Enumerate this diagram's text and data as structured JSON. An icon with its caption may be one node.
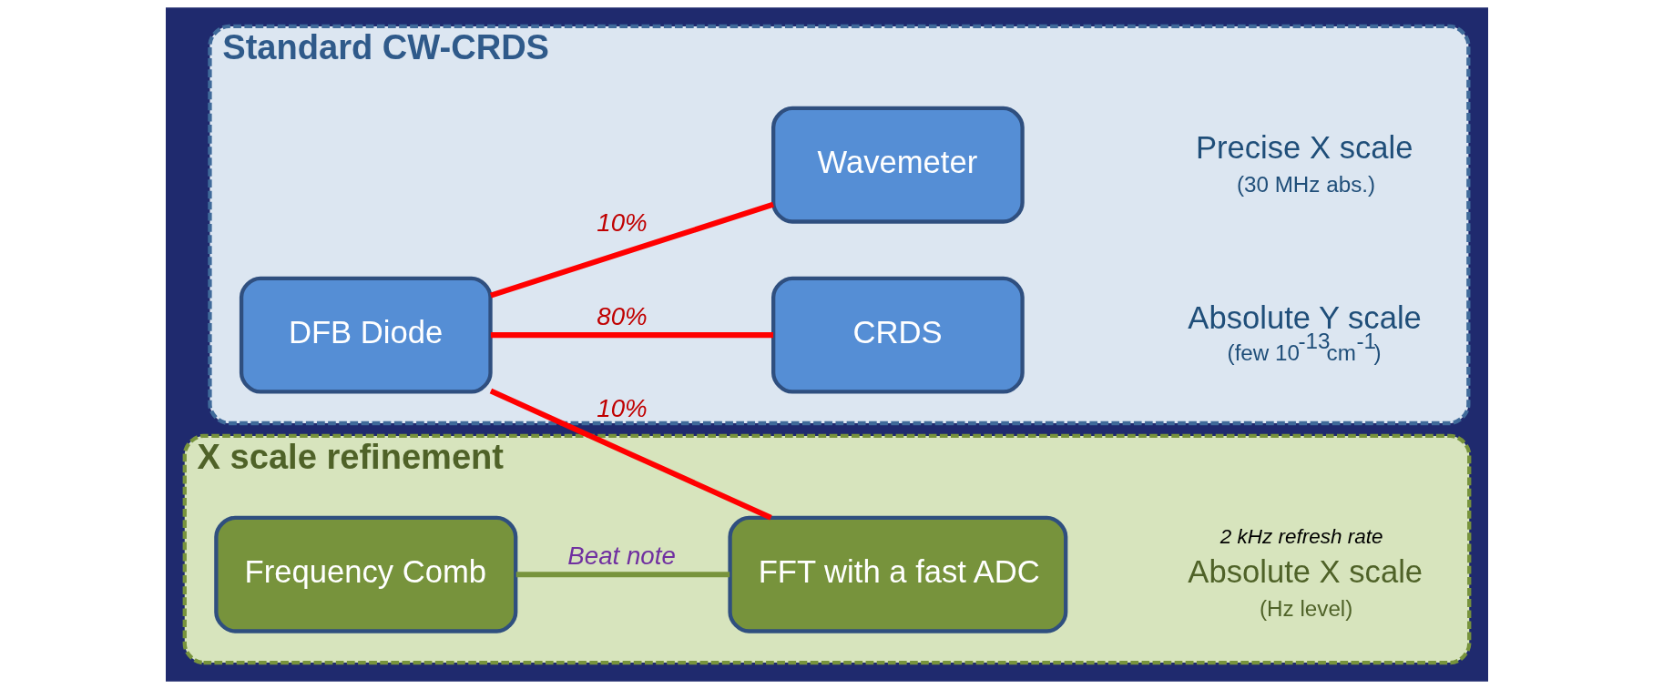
{
  "diagram": {
    "nodes": [
      {
        "text": [
          "Standard CW-CRDS"
        ]
      },
      {
        "text": [
          "DFB Diode"
        ],
        "in": 0
      },
      {
        "text": [
          "CRDS"
        ],
        "in": 0,
        "beside": [
          "Absolute Y scale",
          "(few 10$^{-13}$cm$^{-1}$)"
        ]
      },
      {
        "text": [
          "Wavemeter"
        ],
        "in": 0,
        "beside": [
          "Precise X scale",
          "(30 MHz abs.)"
        ]
      },
      {
        "text": [
          "X scale refinement"
        ]
      },
      {
        "text": [
          "Frequency Comb"
        ],
        "in": 4
      },
      {
        "text": [
          "FFT with a fast ADC"
        ],
        "in": 4,
        "beside": [
          "2 kHz refresh rate",
          "Absolute X scale",
          "(Hz level)"
        ]
      }
    ],
    "edges": [
      {
        "from": 1,
        "to": 2,
        "arrow": "none",
        "label": "80%"
      },
      {
        "from": 1,
        "to": 3,
        "arrow": "none",
        "label": "10%"
      },
      {
        "from": 1,
        "to": 6,
        "arrow": "none",
        "label": "10%"
      },
      {
        "from": 5,
        "to": 6,
        "arrow": "none",
        "label": "Beat note",
        "color": "#77933c"
      }
    ]
  }
}
